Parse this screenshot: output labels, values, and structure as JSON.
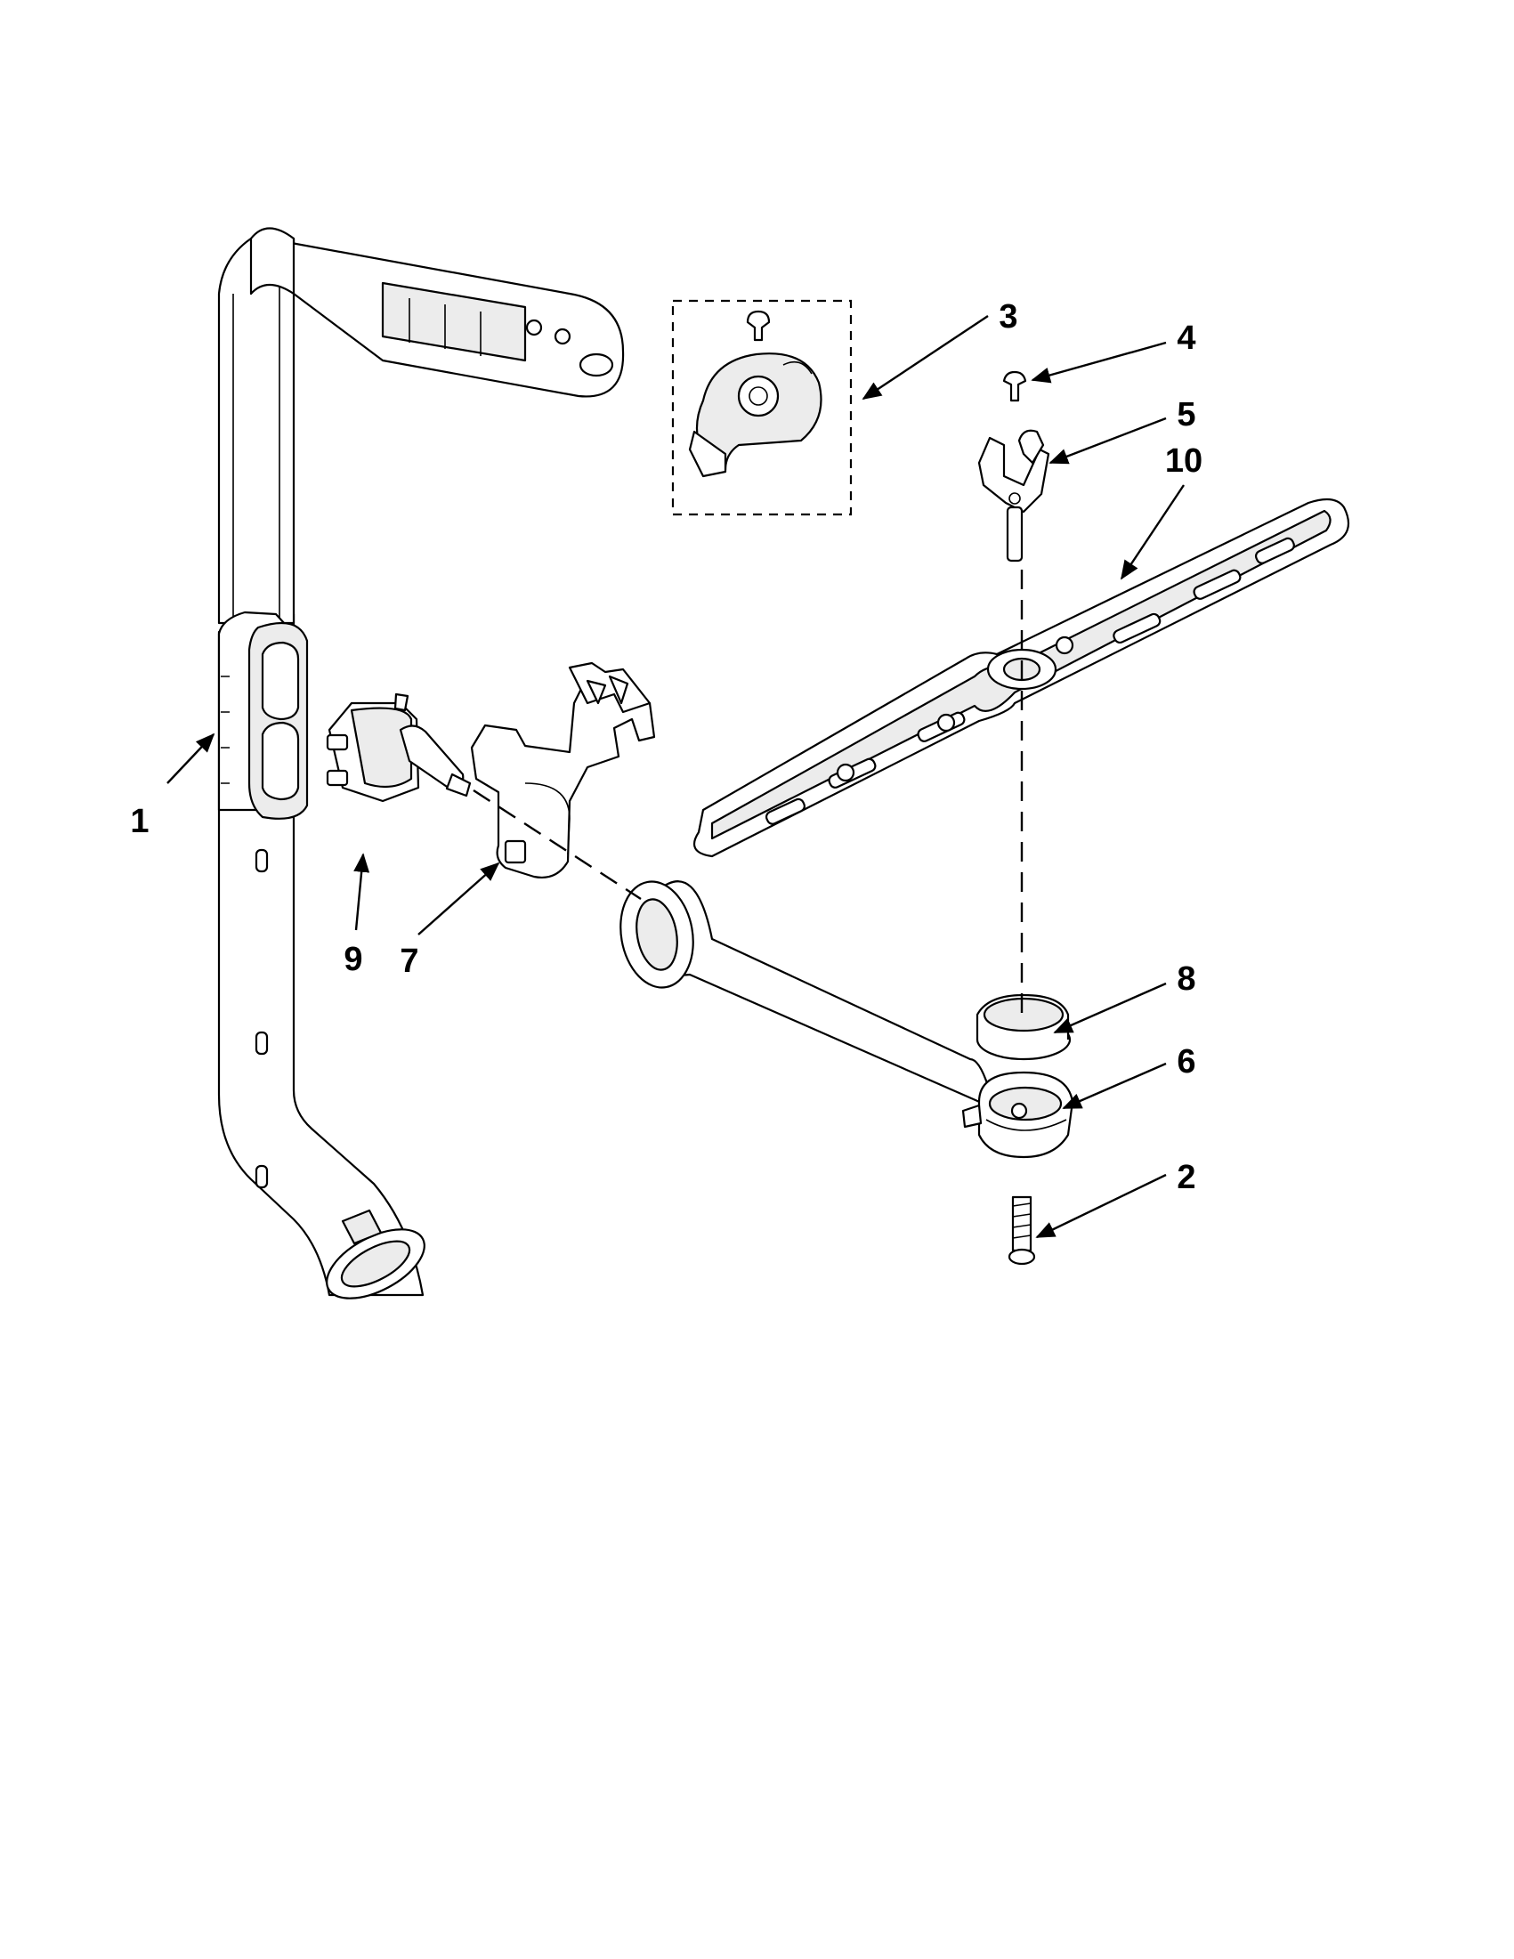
{
  "callouts": [
    {
      "key": "c1",
      "number": "1"
    },
    {
      "key": "c2",
      "number": "2"
    },
    {
      "key": "c3",
      "number": "3"
    },
    {
      "key": "c4",
      "number": "4"
    },
    {
      "key": "c5",
      "number": "5"
    },
    {
      "key": "c6",
      "number": "6"
    },
    {
      "key": "c7",
      "number": "7"
    },
    {
      "key": "c8",
      "number": "8"
    },
    {
      "key": "c9",
      "number": "9"
    },
    {
      "key": "c10",
      "number": "10"
    }
  ]
}
